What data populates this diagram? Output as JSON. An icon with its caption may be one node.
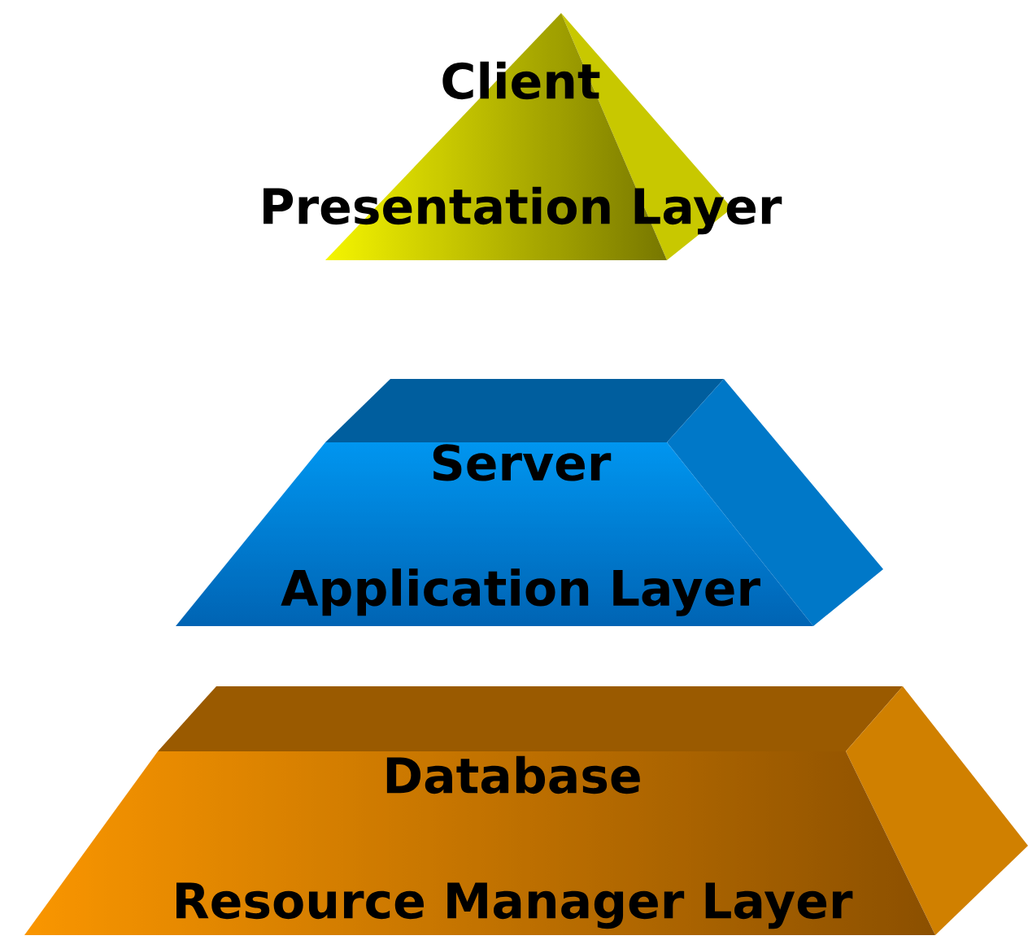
{
  "diagram": {
    "nodes": [
      {
        "text": [
          "Client",
          "Presentation Layer"
        ]
      },
      {
        "text": [
          "Server",
          "Application Layer"
        ]
      },
      {
        "text": [
          "Database",
          "Resource Manager Layer"
        ]
      }
    ]
  }
}
